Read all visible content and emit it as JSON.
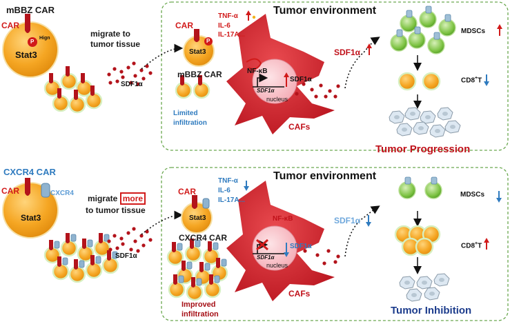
{
  "top": {
    "car_title": "mBBZ CAR",
    "car_label": "CAR",
    "stat3": "Stat3",
    "p": "P",
    "hign": "Hign",
    "migrate": [
      "migrate to",
      "tumor tissue"
    ],
    "sdf1a": "SDF1α",
    "env_title": "Tumor environment",
    "env_car": "CAR",
    "env_stat3": "Stat3",
    "cytokines": [
      "TNF-α",
      "IL-6",
      "IL-17A..."
    ],
    "env_cell_name": "mBBZ CAR",
    "infiltration": [
      "Limited",
      "infiltration"
    ],
    "nfkb": "NF-κB",
    "gene_sdf1a": "SDF1α",
    "nucleus_sdf1a": "SDF1α",
    "nucleus": "nucleus",
    "cafs": "CAFs",
    "sdf1a_out": "SDF1α",
    "mdscs": "MDSCs",
    "cd8": "CD8",
    "cd8_sup": "+",
    "cd8_t": "T",
    "outcome": "Tumor Progression"
  },
  "bottom": {
    "car_title": "CXCR4 CAR",
    "car_label": "CAR",
    "cxcr4": "CXCR4",
    "stat3": "Stat3",
    "migrate1_a": "migrate",
    "more": "more",
    "migrate2": "to tumor tissue",
    "sdf1a": "SDF1α",
    "env_title": "Tumor environment",
    "env_car": "CAR",
    "env_stat3": "Stat3",
    "cytokines": [
      "TNF-α",
      "IL-6",
      "IL-17A..."
    ],
    "env_cell_name": "CXCR4 CAR",
    "nfkb": "NF-κB",
    "gene_sdf1a": "SDF1α",
    "nucleus_sdf1a": "SDF1α",
    "nucleus": "nucleus",
    "cafs": "CAFs",
    "sdf1a_out": "SDF1α",
    "infiltration": [
      "Improved",
      "infiltration"
    ],
    "mdscs": "MDSCs",
    "cd8": "CD8",
    "cd8_sup": "+",
    "cd8_t": "T",
    "outcome": "Tumor Inhibition"
  },
  "colors": {
    "cell_orange": "#f5a623",
    "caf_fill": "#d2252f",
    "nucleus_fill": "#f6bfc6",
    "mdsc_green": "#7cc242",
    "receptor_red": "#b3131b",
    "cxcr4_blue": "#8fb3cf",
    "up_red": "#d11a1a",
    "down_blue": "#2f7bbf",
    "tumor_cell": "#dde8f2"
  },
  "icons": [
    "car-receptor-icon",
    "cxcr4-receptor-icon",
    "phospho-p-icon",
    "sdf1a-dot-icon",
    "up-arrow-icon",
    "down-arrow-icon",
    "inhibit-x-icon",
    "tumor-cell-icon",
    "mdsc-cell-icon"
  ]
}
